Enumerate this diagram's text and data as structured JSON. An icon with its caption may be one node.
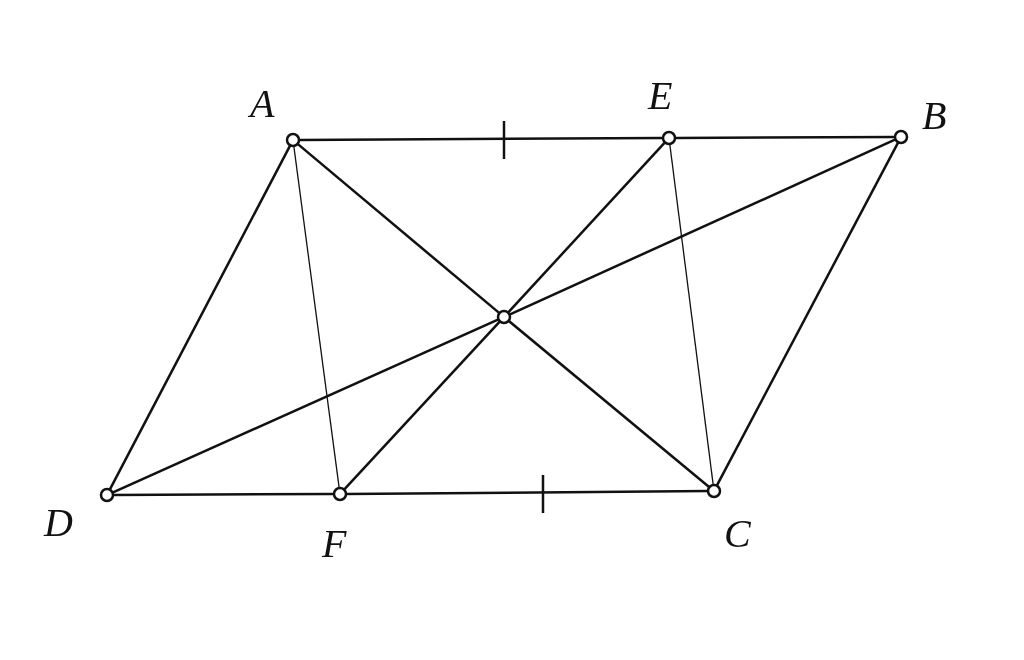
{
  "diagram": {
    "nodes": [
      {
        "text": [
          "A"
        ]
      },
      {
        "text": [
          "E"
        ]
      },
      {
        "text": [
          "B"
        ]
      },
      {
        "text": [
          "D"
        ]
      },
      {
        "text": [
          "F"
        ]
      },
      {
        "text": [
          "C"
        ]
      },
      {
        "text": [],
        "shape": "circle"
      }
    ],
    "edges": [
      {
        "from": 0,
        "to": 1,
        "arrow": "none"
      },
      {
        "from": 1,
        "to": 2,
        "arrow": "none"
      },
      {
        "from": 0,
        "to": 3,
        "arrow": "none"
      },
      {
        "from": 2,
        "to": 5,
        "arrow": "none"
      },
      {
        "from": 3,
        "to": 4,
        "arrow": "none"
      },
      {
        "from": 4,
        "to": 5,
        "arrow": "none"
      },
      {
        "from": 0,
        "to": 6,
        "arrow": "none"
      },
      {
        "from": 6,
        "to": 5,
        "arrow": "none"
      },
      {
        "from": 3,
        "to": 6,
        "arrow": "none"
      },
      {
        "from": 6,
        "to": 2,
        "arrow": "none"
      },
      {
        "from": 1,
        "to": 6,
        "arrow": "none"
      },
      {
        "from": 6,
        "to": 4,
        "arrow": "none"
      },
      {
        "from": 0,
        "to": 4,
        "arrow": "none"
      },
      {
        "from": 1,
        "to": 5,
        "arrow": "none"
      }
    ]
  }
}
